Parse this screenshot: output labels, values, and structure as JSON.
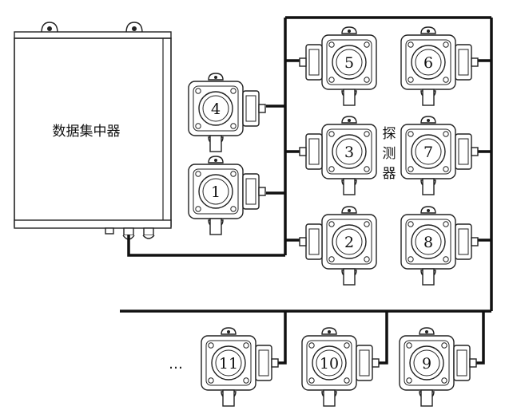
{
  "hub": {
    "label": "数据集中器"
  },
  "detector_group_label": [
    "探",
    "测",
    "器"
  ],
  "detectors": [
    {
      "id": "1",
      "label": "1"
    },
    {
      "id": "2",
      "label": "2"
    },
    {
      "id": "3",
      "label": "3"
    },
    {
      "id": "4",
      "label": "4"
    },
    {
      "id": "5",
      "label": "5"
    },
    {
      "id": "6",
      "label": "6"
    },
    {
      "id": "7",
      "label": "7"
    },
    {
      "id": "8",
      "label": "8"
    },
    {
      "id": "9",
      "label": "9"
    },
    {
      "id": "10",
      "label": "10"
    },
    {
      "id": "11",
      "label": "11"
    }
  ],
  "ellipsis": "…"
}
